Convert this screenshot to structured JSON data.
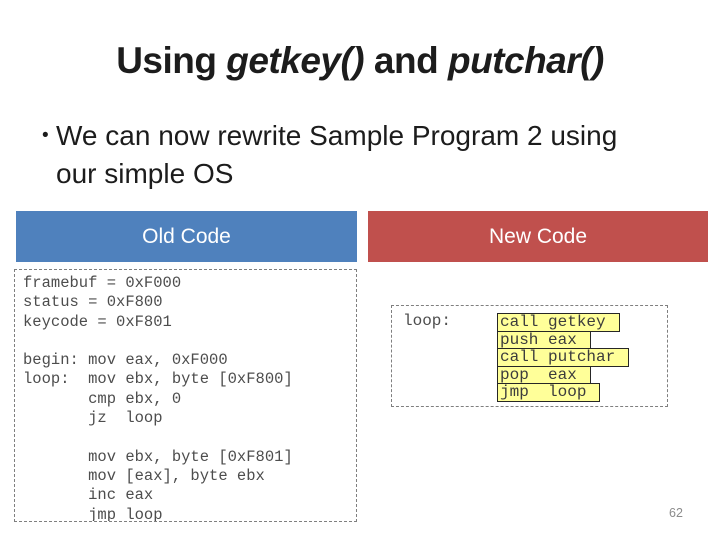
{
  "slide": {
    "title": {
      "full_text": "Using getkey() and putchar()",
      "parts": {
        "t1": "Using ",
        "t2": "getkey()",
        "t3": " and ",
        "t4": "putchar()"
      }
    },
    "bullet": {
      "marker": "•",
      "full_text": "We can now rewrite Sample Program 2 using our simple OS",
      "lines": [
        "We can now rewrite Sample Program 2 using",
        "our simple OS"
      ]
    },
    "old_panel": {
      "header": "Old Code",
      "code_lines": [
        "framebuf = 0xF000",
        "status = 0xF800",
        "keycode = 0xF801",
        "",
        "begin: mov eax, 0xF000",
        "loop:  mov ebx, byte [0xF800]",
        "       cmp ebx, 0",
        "       jz  loop",
        "",
        "       mov ebx, byte [0xF801]",
        "       mov [eax], byte ebx",
        "       inc eax",
        "       jmp loop"
      ]
    },
    "new_panel": {
      "header": "New Code",
      "rows": [
        {
          "label": "loop:",
          "code": "call getkey"
        },
        {
          "label": "",
          "code": "push eax"
        },
        {
          "label": "",
          "code": "call putchar"
        },
        {
          "label": "",
          "code": "pop  eax"
        },
        {
          "label": "",
          "code": "jmp  loop"
        }
      ]
    },
    "page_number": "62",
    "colors": {
      "old_header_bg": "#4F81BD",
      "new_header_bg": "#C0504D",
      "highlight_bg": "#FFFF99",
      "code_text": "#4D4D4D",
      "header_text": "#FFFFFF",
      "page_number_text": "#8C8C8C"
    }
  }
}
